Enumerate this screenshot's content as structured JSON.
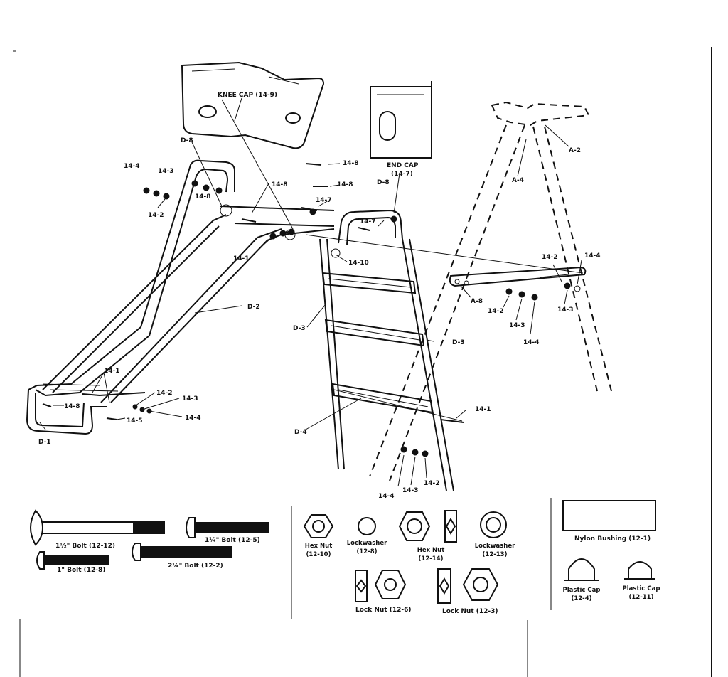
{
  "callouts": {
    "knee_cap": "KNEE CAP (14-9)",
    "end_cap": "END CAP",
    "end_cap_num": "(14-7)",
    "d8_left": "D-8",
    "d8_right": "D-8",
    "a2": "A-2",
    "a4": "A-4",
    "a8": "A-8",
    "d2": "D-2",
    "d3_left": "D-3",
    "d3_right": "D-3",
    "d4": "D-4",
    "d1": "D-1",
    "c14_4_top": "14-4",
    "c14_3_top": "14-3",
    "c14_8_a": "14-8",
    "c14_2_top": "14-2",
    "c14_8_b": "14-8",
    "c14_8_c": "14-8",
    "c14_8_d": "14-8",
    "c14_7_a": "14-7",
    "c14_7_b": "14-7",
    "c14_1_top": "14-1",
    "c14_10": "14-10",
    "c14_2_r1": "14-2",
    "c14_4_r1": "14-4",
    "c14_2_r2": "14-2",
    "c14_3_r": "14-3",
    "c14_4_r2": "14-4",
    "c14_3_r2": "14-3",
    "c14_1_slide": "14-1",
    "c14_8_bottom": "14-8",
    "c14_2_bottom": "14-2",
    "c14_3_bottom": "14-3",
    "c14_4_bottom": "14-4",
    "c14_5": "14-5",
    "c14_1_ladder": "14-1",
    "c14_4_lad": "14-4",
    "c14_3_lad": "14-3",
    "c14_2_lad": "14-2"
  },
  "hardware": {
    "bolt_1_5": "1½\" Bolt (12-12)",
    "bolt_1": "1\" Bolt (12-8)",
    "bolt_1_25": "1¼\" Bolt (12-5)",
    "bolt_2_25": "2¼\" Bolt (12-2)",
    "hex_nut_a": "Hex Nut",
    "hex_nut_a_num": "(12-10)",
    "lockwasher_a": "Lockwasher",
    "lockwasher_a_num": "(12-8)",
    "hex_nut_b": "Hex Nut",
    "hex_nut_b_num": "(12-14)",
    "lockwasher_b": "Lockwasher",
    "lockwasher_b_num": "(12-13)",
    "lock_nut_a": "Lock Nut (12-6)",
    "lock_nut_b": "Lock Nut (12-3)",
    "nylon_bushing": "Nylon Bushing (12-1)",
    "plastic_cap_a": "Plastic Cap",
    "plastic_cap_a_num": "(12-4)",
    "plastic_cap_b": "Plastic Cap",
    "plastic_cap_b_num": "(12-11)"
  }
}
